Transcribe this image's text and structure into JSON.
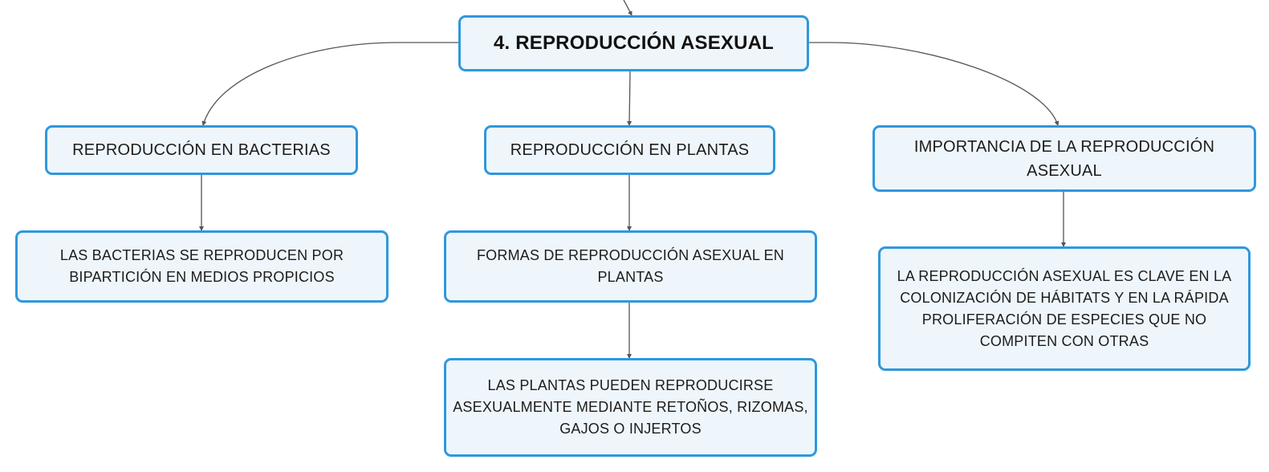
{
  "diagram": {
    "root": {
      "label": "4. REPRODUCCIÓN ASEXUAL"
    },
    "branches": [
      {
        "label": "REPRODUCCIÓN EN BACTERIAS",
        "children": [
          {
            "label": "LAS BACTERIAS SE REPRODUCEN POR BIPARTICIÓN EN MEDIOS PROPICIOS"
          }
        ]
      },
      {
        "label": "REPRODUCCIÓN EN PLANTAS",
        "children": [
          {
            "label": "FORMAS DE REPRODUCCIÓN ASEXUAL EN PLANTAS"
          },
          {
            "label": "LAS PLANTAS PUEDEN REPRODUCIRSE ASEXUALMENTE MEDIANTE RETOÑOS, RIZOMAS, GAJOS O INJERTOS"
          }
        ]
      },
      {
        "label": "IMPORTANCIA DE LA REPRODUCCIÓN ASEXUAL",
        "children": [
          {
            "label": "LA REPRODUCCIÓN ASEXUAL ES CLAVE EN LA COLONIZACIÓN DE HÁBITATS Y EN LA RÁPIDA PROLIFERACIÓN DE ESPECIES QUE NO COMPITEN CON OTRAS"
          }
        ]
      }
    ],
    "colors": {
      "node_border": "#2f98dc",
      "node_fill": "#eef6fc",
      "connector": "#555555"
    }
  }
}
